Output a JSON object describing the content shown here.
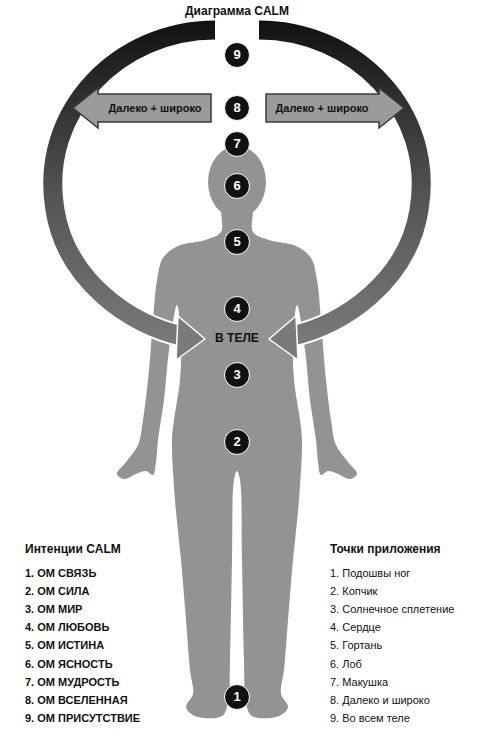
{
  "diagram": {
    "title": "Диаграмма CALM",
    "nodes": [
      {
        "text": [
          "9"
        ]
      },
      {
        "text": [
          "Далеко + широко"
        ]
      },
      {
        "text": [
          "8"
        ]
      },
      {
        "text": [
          "Далеко + широко"
        ]
      },
      {
        "text": [
          "7"
        ]
      },
      {
        "text": [
          "6"
        ]
      },
      {
        "text": [
          "5"
        ]
      },
      {
        "text": [
          "4"
        ]
      },
      {
        "text": [
          "3"
        ]
      },
      {
        "text": [
          "2"
        ]
      },
      {
        "text": [
          "1"
        ]
      }
    ],
    "labels": [
      "В ТЕЛЕ",
      "Интенции CALM",
      "1. ОМ СВЯЗЬ",
      "2. ОМ СИЛА",
      "3. ОМ МИР",
      "4. ОМ ЛЮБОВЬ",
      "5. ОМ ИСТИНА",
      "6. ОМ ЯСНОСТЬ",
      "7. ОМ МУДРОСТЬ",
      "8. ОМ ВСЕЛЕННАЯ",
      "9. ОМ ПРИСУТСТВИЕ",
      "Точки приложения",
      "1. Подошвы ног",
      "2. Копчик",
      "3. Солнечное сплетение",
      "4. Сердце",
      "5. Гортань",
      "6. Лоб",
      "7. Макушка",
      "8. Далеко и широко",
      "9. Во всем теле"
    ]
  }
}
